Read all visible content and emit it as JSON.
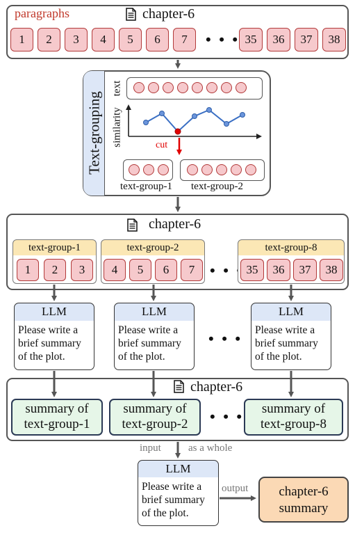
{
  "top": {
    "paragraphs_label": "paragraphs",
    "chapter_label": "chapter-6",
    "numbers": [
      "1",
      "2",
      "3",
      "4",
      "5",
      "6",
      "7",
      "35",
      "36",
      "37",
      "38"
    ],
    "ellipsis": "• • •"
  },
  "grouping": {
    "title": "Text-grouping",
    "text_label": "text",
    "similarity_label": "similarity",
    "cut_label": "cut",
    "group1_label": "text-group-1",
    "group2_label": "text-group-2"
  },
  "middle": {
    "chapter_label": "chapter-6",
    "groups": [
      {
        "label": "text-group-1",
        "nums": [
          "1",
          "2",
          "3"
        ]
      },
      {
        "label": "text-group-2",
        "nums": [
          "4",
          "5",
          "6",
          "7"
        ]
      },
      {
        "label": "text-group-8",
        "nums": [
          "35",
          "36",
          "37",
          "38"
        ]
      }
    ],
    "ellipsis": "• • •"
  },
  "llm_row": {
    "title": "LLM",
    "prompt": "Please write a\nbrief summary\nof the plot.",
    "ellipsis": "• • •"
  },
  "summaries": {
    "chapter_label": "chapter-6",
    "items": [
      "summary of\ntext-group-1",
      "summary of\ntext-group-2",
      "summary of\ntext-group-8"
    ],
    "ellipsis": "• • •"
  },
  "final": {
    "input_label": "input",
    "whole_label": "as a whole",
    "llm_title": "LLM",
    "prompt": "Please write a\nbrief summary\nof the plot.",
    "output_label": "output",
    "result": "chapter-6\nsummary"
  },
  "colors": {
    "para_fill": "#f6c9cc",
    "para_stroke": "#b23a3a",
    "paragraphs_text": "#c0392b",
    "cut": "#e00000",
    "line": "#3a6fc4",
    "group_head": "#fbe7b5",
    "llm_head": "#dde7f7",
    "summary_fill": "#e6f6e8",
    "result_fill": "#fbd9b5"
  },
  "icons": [
    "document-icon"
  ]
}
